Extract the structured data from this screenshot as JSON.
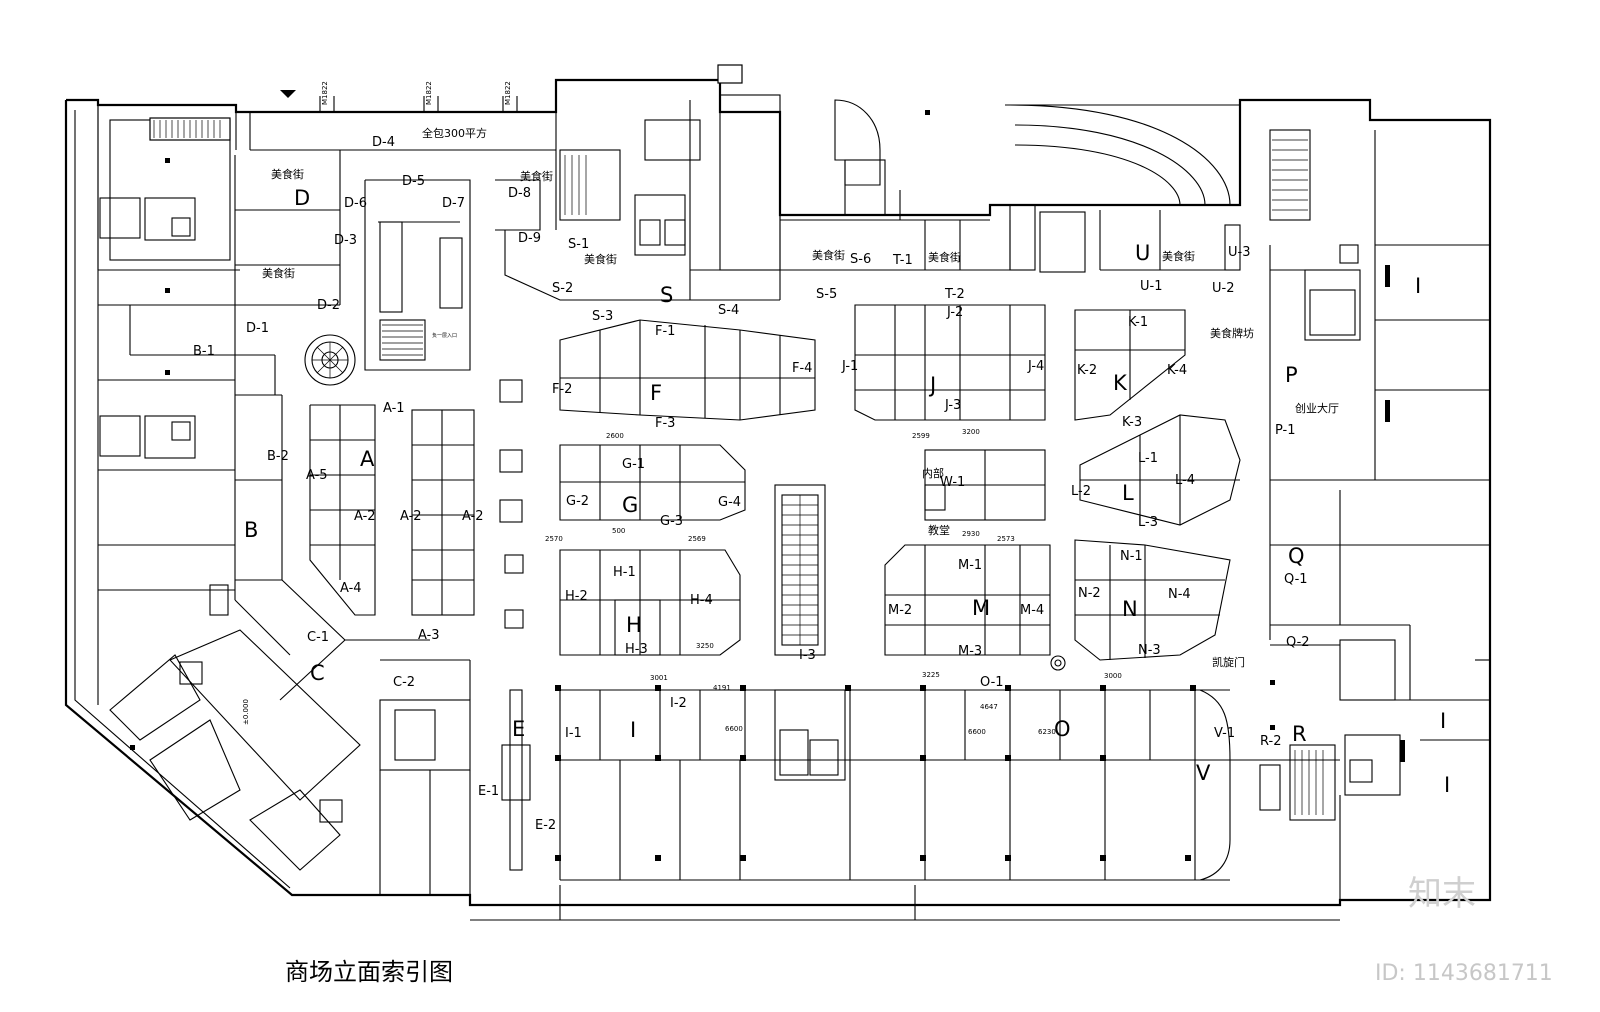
{
  "title": "商场立面索引图",
  "watermark": {
    "brand": "知末",
    "id": "ID: 1143681711"
  },
  "labels": [
    {
      "id": "d4",
      "text": "D-4"
    },
    {
      "id": "quanbao",
      "text": "全包300平方"
    },
    {
      "id": "food1",
      "text": "美食街"
    },
    {
      "id": "D",
      "text": "D",
      "big": true
    },
    {
      "id": "d3",
      "text": "D-3"
    },
    {
      "id": "food2",
      "text": "美食街"
    },
    {
      "id": "d2",
      "text": "D-2"
    },
    {
      "id": "d1",
      "text": "D-1"
    },
    {
      "id": "d5",
      "text": "D-5"
    },
    {
      "id": "d6",
      "text": "D-6"
    },
    {
      "id": "d7",
      "text": "D-7"
    },
    {
      "id": "d8",
      "text": "D-8"
    },
    {
      "id": "food3",
      "text": "美食街"
    },
    {
      "id": "d9",
      "text": "D-9"
    },
    {
      "id": "s1",
      "text": "S-1"
    },
    {
      "id": "food4",
      "text": "美食街"
    },
    {
      "id": "s2",
      "text": "S-2"
    },
    {
      "id": "S",
      "text": "S",
      "big": true
    },
    {
      "id": "s4",
      "text": "S-4"
    },
    {
      "id": "s3",
      "text": "S-3"
    },
    {
      "id": "food5",
      "text": "美食街"
    },
    {
      "id": "s6",
      "text": "S-6"
    },
    {
      "id": "s5",
      "text": "S-5"
    },
    {
      "id": "t1",
      "text": "T-1"
    },
    {
      "id": "food6",
      "text": "美食街"
    },
    {
      "id": "t2",
      "text": "T-2"
    },
    {
      "id": "U",
      "text": "U",
      "big": true
    },
    {
      "id": "food7",
      "text": "美食街"
    },
    {
      "id": "u3",
      "text": "U-3"
    },
    {
      "id": "u1",
      "text": "U-1"
    },
    {
      "id": "u2",
      "text": "U-2"
    },
    {
      "id": "b1",
      "text": "B-1"
    },
    {
      "id": "b2",
      "text": "B-2"
    },
    {
      "id": "B",
      "text": "B",
      "big": true
    },
    {
      "id": "a1",
      "text": "A-1"
    },
    {
      "id": "A",
      "text": "A",
      "big": true
    },
    {
      "id": "a5",
      "text": "A-5"
    },
    {
      "id": "a2a",
      "text": "A-2"
    },
    {
      "id": "a2b",
      "text": "A-2"
    },
    {
      "id": "a2c",
      "text": "A-2"
    },
    {
      "id": "a4",
      "text": "A-4"
    },
    {
      "id": "a3",
      "text": "A-3"
    },
    {
      "id": "f1",
      "text": "F-1"
    },
    {
      "id": "f2",
      "text": "F-2"
    },
    {
      "id": "F",
      "text": "F",
      "big": true
    },
    {
      "id": "f4",
      "text": "F-4"
    },
    {
      "id": "f3",
      "text": "F-3"
    },
    {
      "id": "j1",
      "text": "J-1"
    },
    {
      "id": "j2",
      "text": "J-2"
    },
    {
      "id": "J",
      "text": "J",
      "big": true
    },
    {
      "id": "j4",
      "text": "J-4"
    },
    {
      "id": "j3",
      "text": "J-3"
    },
    {
      "id": "k1",
      "text": "K-1"
    },
    {
      "id": "k2",
      "text": "K-2"
    },
    {
      "id": "K",
      "text": "K",
      "big": true
    },
    {
      "id": "k4",
      "text": "K-4"
    },
    {
      "id": "k3",
      "text": "K-3"
    },
    {
      "id": "paifang",
      "text": "美食牌坊"
    },
    {
      "id": "P",
      "text": "P",
      "big": true
    },
    {
      "id": "chuangye",
      "text": "创业大厅"
    },
    {
      "id": "p1",
      "text": "P-1"
    },
    {
      "id": "g1",
      "text": "G-1"
    },
    {
      "id": "g2",
      "text": "G-2"
    },
    {
      "id": "G",
      "text": "G",
      "big": true
    },
    {
      "id": "g4",
      "text": "G-4"
    },
    {
      "id": "g3",
      "text": "G-3"
    },
    {
      "id": "neibu",
      "text": "内部"
    },
    {
      "id": "w1",
      "text": "W-1"
    },
    {
      "id": "jiaotang",
      "text": "教堂"
    },
    {
      "id": "l1",
      "text": "L-1"
    },
    {
      "id": "l2",
      "text": "L-2"
    },
    {
      "id": "L",
      "text": "L",
      "big": true
    },
    {
      "id": "l4",
      "text": "L-4"
    },
    {
      "id": "l3",
      "text": "L-3"
    },
    {
      "id": "h1",
      "text": "H-1"
    },
    {
      "id": "h2",
      "text": "H-2"
    },
    {
      "id": "H",
      "text": "H",
      "big": true
    },
    {
      "id": "h4",
      "text": "H-4"
    },
    {
      "id": "h3",
      "text": "H-3"
    },
    {
      "id": "i3",
      "text": "I-3"
    },
    {
      "id": "m1",
      "text": "M-1"
    },
    {
      "id": "m2",
      "text": "M-2"
    },
    {
      "id": "M",
      "text": "M",
      "big": true
    },
    {
      "id": "m4",
      "text": "M-4"
    },
    {
      "id": "m3",
      "text": "M-3"
    },
    {
      "id": "n1",
      "text": "N-1"
    },
    {
      "id": "n2",
      "text": "N-2"
    },
    {
      "id": "N",
      "text": "N",
      "big": true
    },
    {
      "id": "n4",
      "text": "N-4"
    },
    {
      "id": "n3",
      "text": "N-3"
    },
    {
      "id": "Q",
      "text": "Q",
      "big": true
    },
    {
      "id": "q1",
      "text": "Q-1"
    },
    {
      "id": "q2",
      "text": "Q-2"
    },
    {
      "id": "c1",
      "text": "C-1"
    },
    {
      "id": "C",
      "text": "C",
      "big": true
    },
    {
      "id": "c2",
      "text": "C-2"
    },
    {
      "id": "kaixuanmen",
      "text": "凯旋门"
    },
    {
      "id": "o1",
      "text": "O-1"
    },
    {
      "id": "O",
      "text": "O",
      "big": true
    },
    {
      "id": "v1",
      "text": "V-1"
    },
    {
      "id": "V",
      "text": "V",
      "big": true
    },
    {
      "id": "r2",
      "text": "R-2"
    },
    {
      "id": "R",
      "text": "R",
      "big": true
    },
    {
      "id": "Ebig",
      "text": "E",
      "big": true
    },
    {
      "id": "e1",
      "text": "E-1"
    },
    {
      "id": "e2",
      "text": "E-2"
    },
    {
      "id": "i1",
      "text": "I-1"
    },
    {
      "id": "Ibig",
      "text": "I",
      "big": true
    },
    {
      "id": "i2",
      "text": "I-2"
    },
    {
      "id": "Ir1",
      "text": "I",
      "big": true
    },
    {
      "id": "Ir2",
      "text": "I",
      "big": true
    },
    {
      "id": "Ir3",
      "text": "I",
      "big": true
    }
  ],
  "small_texts": [
    {
      "id": "m1822a",
      "text": "M1822"
    },
    {
      "id": "m1822b",
      "text": "M1822"
    },
    {
      "id": "m1822c",
      "text": "M1822"
    },
    {
      "id": "dm2600",
      "text": "2600"
    },
    {
      "id": "dm2599",
      "text": "2599"
    },
    {
      "id": "dm3200",
      "text": "3200"
    },
    {
      "id": "dm2570",
      "text": "2570"
    },
    {
      "id": "dm500",
      "text": "500"
    },
    {
      "id": "dm2569",
      "text": "2569"
    },
    {
      "id": "dm2930",
      "text": "2930"
    },
    {
      "id": "dm2573",
      "text": "2573"
    },
    {
      "id": "dm3250",
      "text": "3250"
    },
    {
      "id": "dm3001",
      "text": "3001"
    },
    {
      "id": "dm4191",
      "text": "4191"
    },
    {
      "id": "dm3225",
      "text": "3225"
    },
    {
      "id": "dm3000",
      "text": "3000"
    },
    {
      "id": "dm4647",
      "text": "4647"
    },
    {
      "id": "dm6600a",
      "text": "6600"
    },
    {
      "id": "dm6600b",
      "text": "6600"
    },
    {
      "id": "dm6230",
      "text": "6230"
    },
    {
      "id": "dm0000",
      "text": "±0.000"
    },
    {
      "id": "fuyi",
      "text": "负一层入口"
    }
  ]
}
